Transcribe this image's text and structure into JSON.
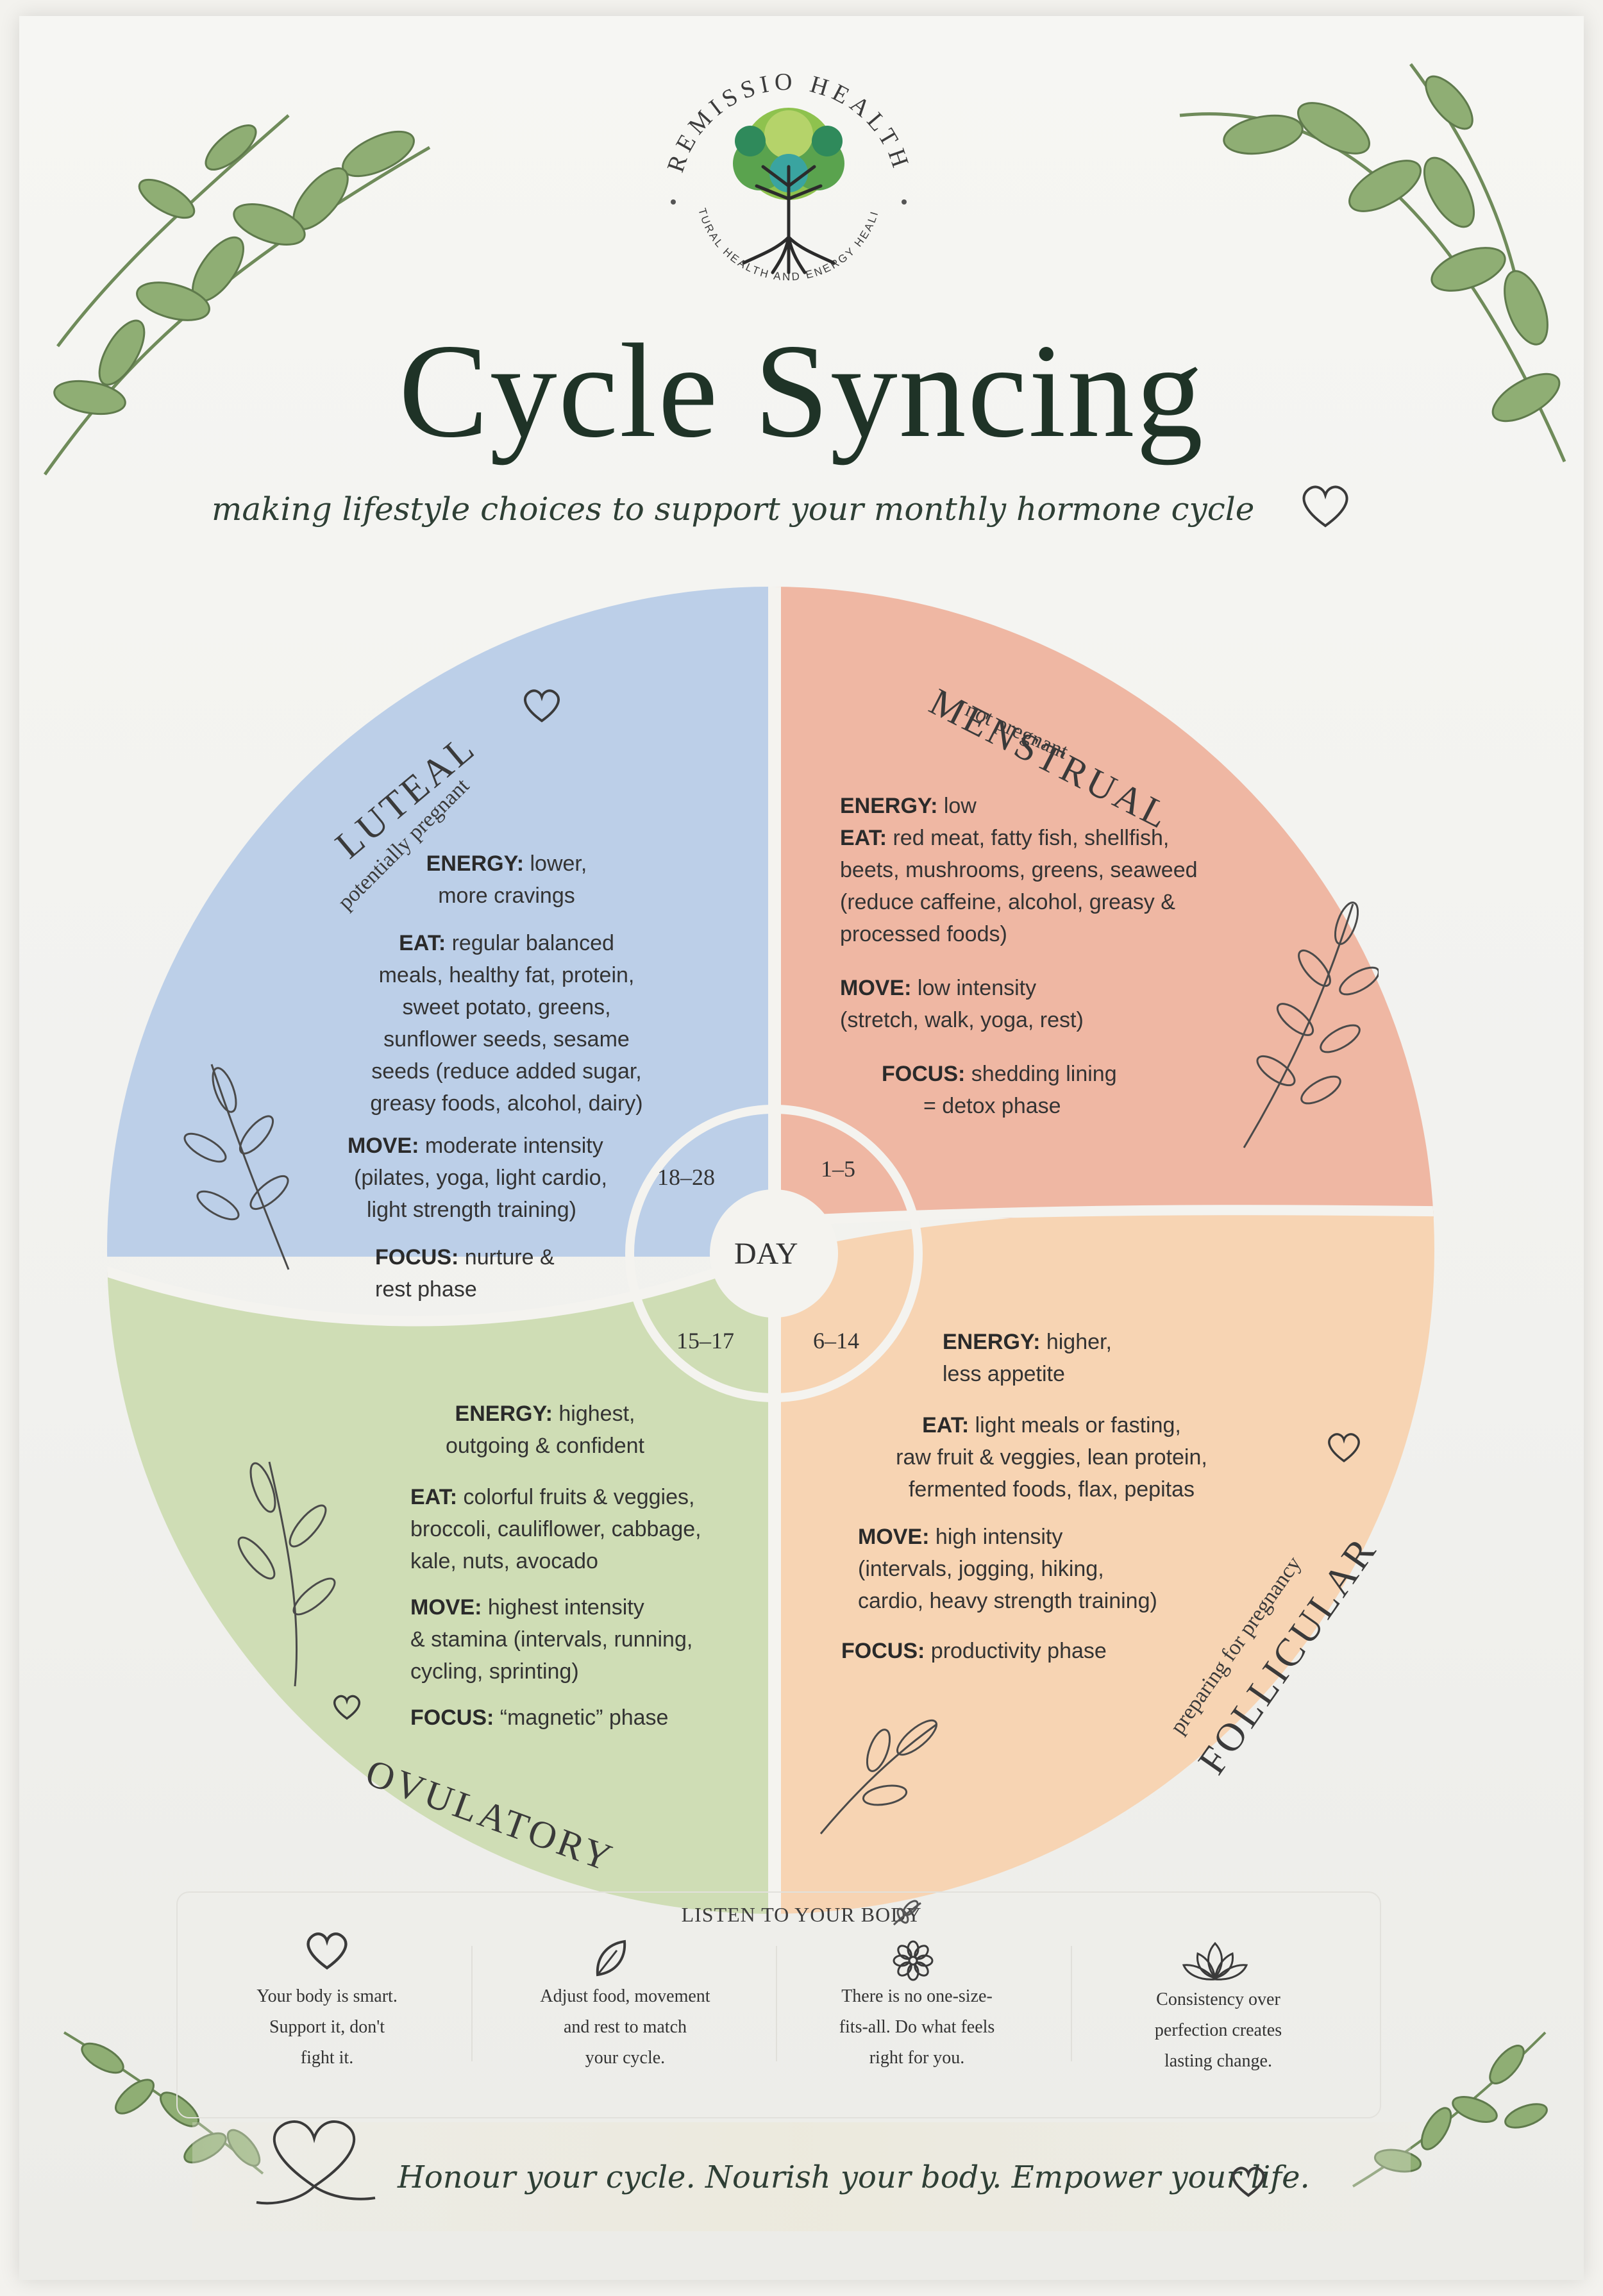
{
  "brand": {
    "name": "REMISSIO HEALTH",
    "tagline": "NATURAL HEALTH AND ENERGY HEALING"
  },
  "title": "Cycle Syncing",
  "subtitle": "making lifestyle choices to support your monthly hormone cycle",
  "center_label": "DAY",
  "day_ranges": {
    "menstrual": "1–5",
    "follicular": "6–14",
    "ovulatory": "15–17",
    "luteal": "18–28"
  },
  "colors": {
    "menstrual": "#efb7a3",
    "follicular": "#f7d4b3",
    "ovulatory": "#cfddb5",
    "luteal": "#bccfe8"
  },
  "phases": {
    "menstrual": {
      "name": "MENSTRUAL",
      "sub": "not pregnant",
      "energy_label": "ENERGY:",
      "energy": "low",
      "eat_label": "EAT:",
      "eat_1": "red meat, fatty fish, shellfish,",
      "eat_2": "beets, mushrooms, greens, seaweed",
      "eat_3": "(reduce caffeine, alcohol, greasy &",
      "eat_4": "processed foods)",
      "move_label": "MOVE:",
      "move_1": "low intensity",
      "move_2": "(stretch, walk, yoga, rest)",
      "focus_label": "FOCUS:",
      "focus_1": "shedding lining",
      "focus_2": "= detox phase"
    },
    "luteal": {
      "name": "LUTEAL",
      "sub": "potentially pregnant",
      "energy_label": "ENERGY:",
      "energy_1": "lower,",
      "energy_2": "more cravings",
      "eat_label": "EAT:",
      "eat_1": "regular balanced",
      "eat_2": "meals, healthy fat, protein,",
      "eat_3": "sweet potato, greens,",
      "eat_4": "sunflower seeds, sesame",
      "eat_5": "seeds (reduce added sugar,",
      "eat_6": "greasy foods, alcohol, dairy)",
      "move_label": "MOVE:",
      "move_1": "moderate intensity",
      "move_2": "(pilates, yoga, light cardio,",
      "move_3": "light strength training)",
      "focus_label": "FOCUS:",
      "focus_1": "nurture &",
      "focus_2": "rest phase"
    },
    "ovulatory": {
      "name": "OVULATORY",
      "energy_label": "ENERGY:",
      "energy_1": "highest,",
      "energy_2": "outgoing & confident",
      "eat_label": "EAT:",
      "eat_1": "colorful fruits & veggies,",
      "eat_2": "broccoli, cauliflower, cabbage,",
      "eat_3": "kale, nuts, avocado",
      "move_label": "MOVE:",
      "move_1": "highest intensity",
      "move_2": "& stamina (intervals, running,",
      "move_3": "cycling, sprinting)",
      "focus_label": "FOCUS:",
      "focus": "“magnetic” phase"
    },
    "follicular": {
      "name": "FOLLICULAR",
      "sub": "preparing for pregnancy",
      "energy_label": "ENERGY:",
      "energy_1": "higher,",
      "energy_2": "less appetite",
      "eat_label": "EAT:",
      "eat_1": "light meals or fasting,",
      "eat_2": "raw fruit & veggies, lean protein,",
      "eat_3": "fermented foods, flax, pepitas",
      "move_label": "MOVE:",
      "move_1": "high intensity",
      "move_2": "(intervals, jogging, hiking,",
      "move_3": "cardio, heavy strength training)",
      "focus_label": "FOCUS:",
      "focus": "productivity phase"
    }
  },
  "listen": {
    "title": "LISTEN TO YOUR BODY",
    "tips": [
      {
        "icon": "heart-icon",
        "text": "Your body is smart.\nSupport it, don't\nfight it."
      },
      {
        "icon": "leaf-icon",
        "text": "Adjust food, movement\nand rest to match\nyour cycle."
      },
      {
        "icon": "flower-icon",
        "text": "There is no one-size-\nfits-all. Do what feels\nright for you."
      },
      {
        "icon": "lotus-icon",
        "text": "Consistency over\nperfection creates\nlasting change."
      }
    ]
  },
  "footer": "Honour your cycle. Nourish your body. Empower your life."
}
